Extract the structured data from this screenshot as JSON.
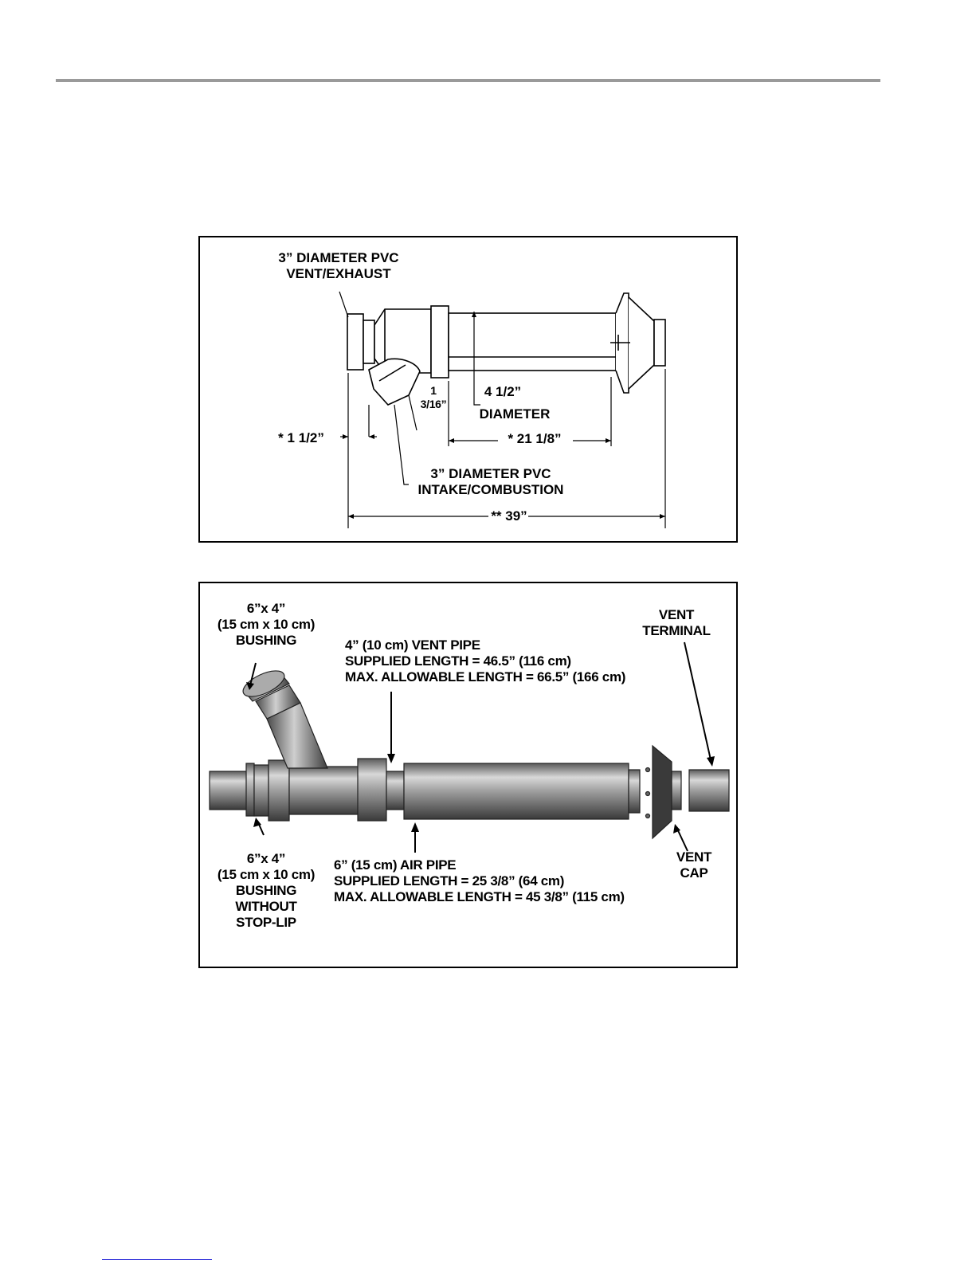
{
  "top_diagram": {
    "label_vent_exhaust": "3” DIAMETER PVC\nVENT/EXHAUST",
    "label_diameter_value": "4 1/2”",
    "label_diameter_word": "DIAMETER",
    "label_offset": "1\n3/16”",
    "label_left_dim": "* 1 1/2”",
    "label_mid_dim": "* 21 1/8”",
    "label_intake": "3” DIAMETER PVC\nINTAKE/COMBUSTION",
    "label_overall": "** 39”"
  },
  "bottom_diagram": {
    "label_bushing_top": "6”x 4”\n(15 cm x 10 cm)\nBUSHING",
    "label_vent_pipe": "4” (10 cm) VENT PIPE\nSUPPLIED LENGTH = 46.5” (116 cm)\nMAX. ALLOWABLE LENGTH = 66.5” (166 cm)",
    "label_vent_terminal": "VENT\nTERMINAL",
    "label_bushing_bottom": "6”x 4”\n(15 cm x 10 cm)\nBUSHING\nWITHOUT\nSTOP-LIP",
    "label_air_pipe": "6” (15 cm) AIR PIPE\nSUPPLIED LENGTH = 25 3/8” (64 cm)\nMAX. ALLOWABLE LENGTH = 45 3/8” (115 cm)",
    "label_vent_cap": "VENT\nCAP"
  }
}
